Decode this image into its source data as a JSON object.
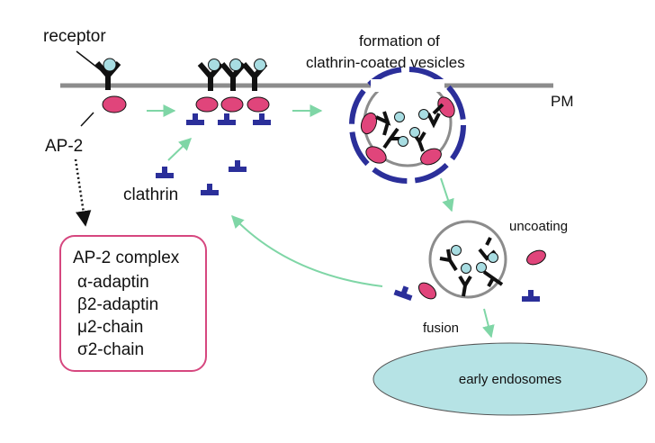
{
  "labels": {
    "receptor": "receptor",
    "ap2": "AP-2",
    "formation_line1": "formation of",
    "formation_line2": "clathrin-coated vesicles",
    "pm": "PM",
    "clathrin": "clathrin",
    "uncoating": "uncoating",
    "fusion": "fusion",
    "early_endosomes": "early endosomes"
  },
  "ap2_complex": {
    "title": "AP-2 complex",
    "items": [
      "α-adaptin",
      "β2-adaptin",
      "μ2-chain",
      "σ2-chain"
    ]
  },
  "colors": {
    "membrane": "#8c8c8c",
    "receptor": "#111111",
    "ligand": "#a8dde2",
    "ap2": "#e0457b",
    "clathrin": "#2b2f9a",
    "arrow": "#7fd6a6",
    "box_border": "#d6477f",
    "endosome": "#b6e3e5"
  },
  "icons": [
    "receptor-icon",
    "ligand-icon",
    "ap2-icon",
    "clathrin-icon"
  ]
}
